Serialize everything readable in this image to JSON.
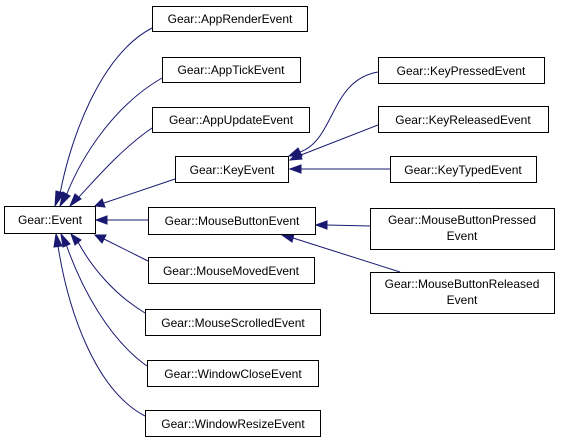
{
  "diagram": {
    "colors": {
      "edge": "#191970",
      "node_border": "#000000",
      "node_fill": "#ffffff",
      "text": "#000000"
    },
    "nodes": {
      "event": "Gear::Event",
      "app_render_event": "Gear::AppRenderEvent",
      "app_tick_event": "Gear::AppTickEvent",
      "app_update_event": "Gear::AppUpdateEvent",
      "key_event": "Gear::KeyEvent",
      "mouse_button_event": "Gear::MouseButtonEvent",
      "mouse_moved_event": "Gear::MouseMovedEvent",
      "mouse_scrolled_event": "Gear::MouseScrolledEvent",
      "window_close_event": "Gear::WindowCloseEvent",
      "window_resize_event": "Gear::WindowResizeEvent",
      "key_pressed_event": "Gear::KeyPressedEvent",
      "key_released_event": "Gear::KeyReleasedEvent",
      "key_typed_event": "Gear::KeyTypedEvent",
      "mouse_button_pressed_event_line1": "Gear::MouseButtonPressed",
      "mouse_button_pressed_event_line2": "Event",
      "mouse_button_released_event_line1": "Gear::MouseButtonReleased",
      "mouse_button_released_event_line2": "Event"
    }
  }
}
